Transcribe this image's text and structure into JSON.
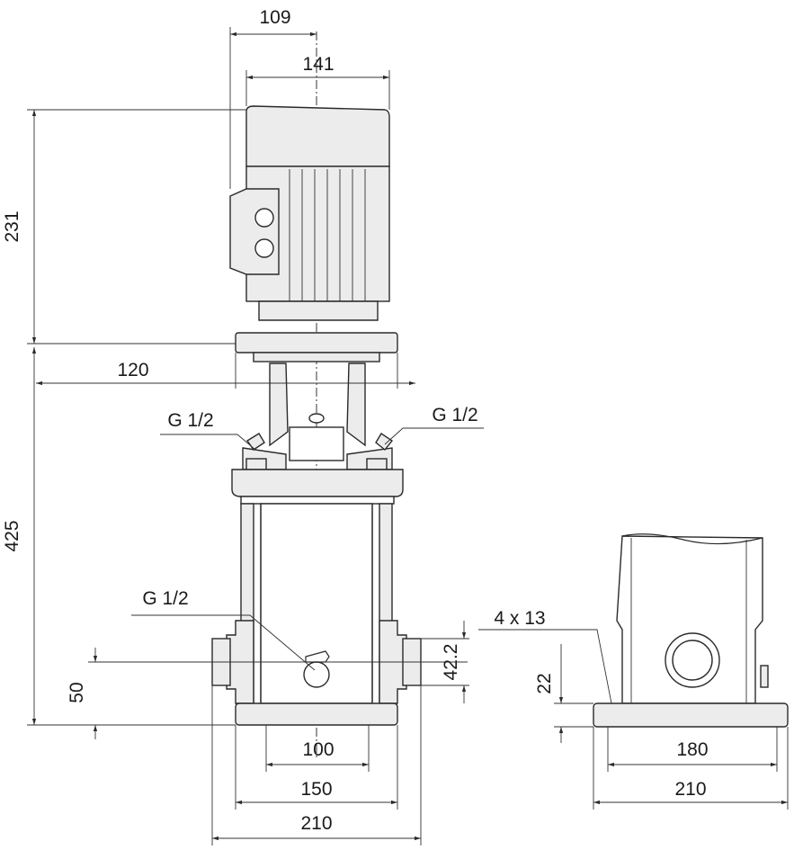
{
  "dimensions": {
    "motor_offset": "109",
    "motor_width": "141",
    "motor_height": "231",
    "flange_width": "120",
    "pump_height": "425",
    "port_offset": "50",
    "foot_inner": "100",
    "foot_mid": "150",
    "foot_outer_front": "210",
    "inlet_height": "42.2",
    "holes": "4 x 13",
    "base_height": "22",
    "side_inner": "180",
    "side_outer": "210"
  },
  "labels": {
    "thread_left": "G 1/2",
    "thread_right": "G 1/2",
    "thread_drain": "G 1/2"
  }
}
